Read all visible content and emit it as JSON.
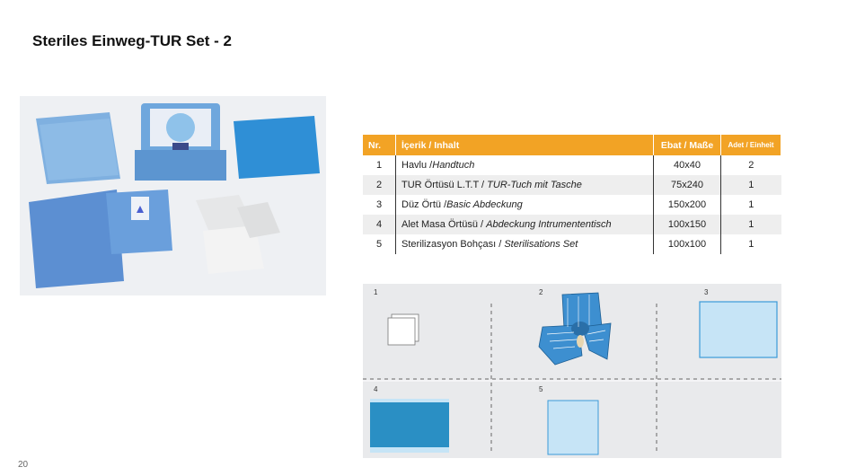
{
  "title": "Steriles Einweg-TUR Set - 2",
  "page_number": "20",
  "table": {
    "headers": {
      "nr": "Nr.",
      "content": "İçerik / Inhalt",
      "size": "Ebat / Maße",
      "unit": "Adet / Einheit"
    },
    "rows": [
      {
        "nr": "1",
        "content_tr": "Havlu /",
        "content_de": "Handtuch",
        "size": "40x40",
        "qty": "2"
      },
      {
        "nr": "2",
        "content_tr": "TUR Örtüsü L.T.T / ",
        "content_de": "TUR-Tuch mit Tasche",
        "size": "75x240",
        "qty": "1"
      },
      {
        "nr": "3",
        "content_tr": "Düz Örtü /",
        "content_de": "Basic Abdeckung",
        "size": "150x200",
        "qty": "1"
      },
      {
        "nr": "4",
        "content_tr": "Alet Masa Örtüsü / ",
        "content_de": "Abdeckung Intrumententisch",
        "size": "100x150",
        "qty": "1"
      },
      {
        "nr": "5",
        "content_tr": "Sterilizasyon Bohçası / ",
        "content_de": "Sterilisations Set",
        "size": "100x100",
        "qty": "1"
      }
    ]
  },
  "diagram": {
    "labels": [
      "1",
      "2",
      "3",
      "4",
      "5"
    ]
  },
  "colors": {
    "header_orange": "#f2a325",
    "drape_blue": "#2a8fc4",
    "light_blue": "#c6e4f6"
  }
}
